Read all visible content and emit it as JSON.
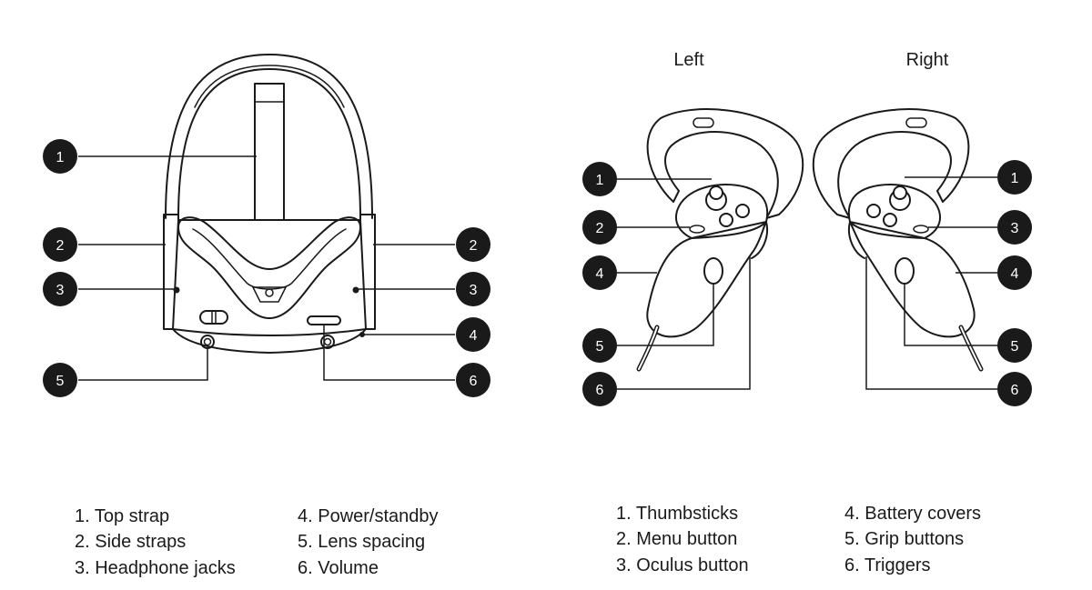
{
  "headset": {
    "callouts": [
      "1",
      "2",
      "3",
      "4",
      "5",
      "6"
    ],
    "legend": {
      "col1": [
        "1. Top strap",
        "2. Side straps",
        "3. Headphone jacks"
      ],
      "col2": [
        "4. Power/standby",
        "5. Lens spacing",
        "6. Volume"
      ]
    }
  },
  "controllers": {
    "left_title": "Left",
    "right_title": "Right",
    "callouts": [
      "1",
      "2",
      "3",
      "4",
      "5",
      "6"
    ],
    "legend": {
      "col1": [
        "1. Thumbsticks",
        "2. Menu button",
        "3. Oculus button"
      ],
      "col2": [
        "4. Battery covers",
        "5. Grip buttons",
        "6. Triggers"
      ]
    }
  },
  "colors": {
    "line": "#1a1a1a",
    "badge": "#1a1a1a",
    "badge_text": "#ffffff"
  }
}
